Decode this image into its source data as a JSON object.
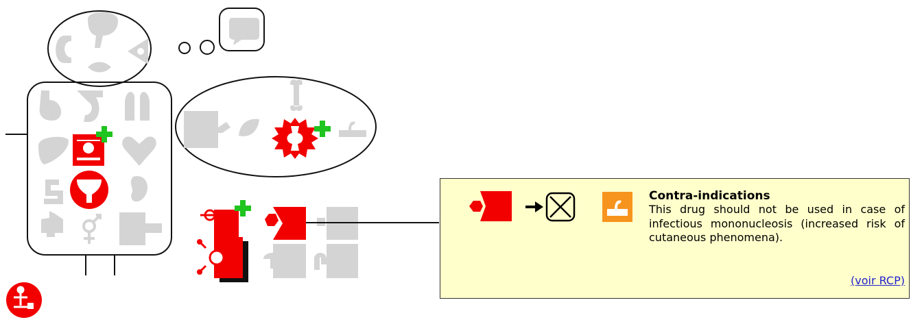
{
  "tooltip": {
    "title": "Contra-indications",
    "body": "This drug should not be used in case of infectious mononucleosis (increased risk of cutaneous phenomena).",
    "link": "(voir RCP)"
  },
  "colors": {
    "active_red": "#f20000",
    "inactive_grey": "#d4d4d4",
    "plus_green": "#1fc41f",
    "tooltip_bg": "#ffffcc",
    "skin_orange": "#f7941d",
    "link_blue": "#2222cc"
  },
  "icons": {
    "head": [
      "ear-icon",
      "brain-icon",
      "eye-icon",
      "mouth-icon"
    ],
    "thought": [
      "speech-bubble-icon"
    ],
    "body": [
      "stomach-icon",
      "bladder-icon",
      "lungs-icon",
      "liver-icon",
      "endocrine-icon",
      "heart-icon",
      "intestine-icon",
      "reproductive-icon",
      "kidney-icon",
      "pancreas-icon",
      "gender-icon",
      "blood-icon"
    ],
    "locomotor": [
      "bone-icon",
      "muscle-tissue-icon",
      "nerve-icon",
      "joint-icon",
      "skin-icon"
    ],
    "infection": [
      "infection-icon",
      "virus-cell-icon",
      "bacteria-icon",
      "parasite-icon",
      "fungus-icon",
      "worm-icon",
      "blank-icon"
    ],
    "tooltip": [
      "virus-cell-icon",
      "arrow-right-icon",
      "contraindicated-icon",
      "skin-icon"
    ],
    "footer": [
      "pregnancy-icon"
    ]
  }
}
